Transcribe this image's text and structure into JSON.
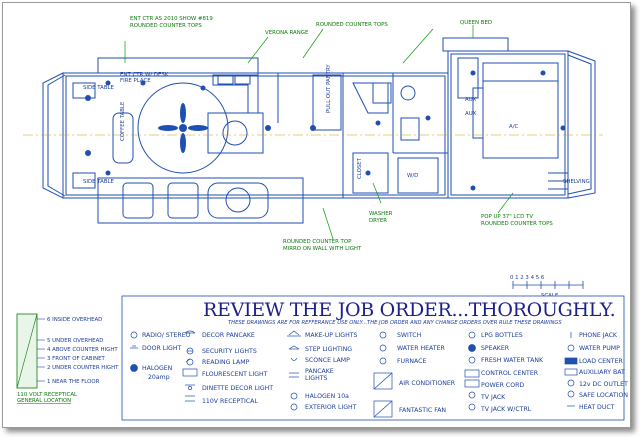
{
  "plan": {
    "labels": [
      "ENT CTR AS 2010 SHOW #819",
      "ROUNDED COUNTER TOPS",
      "VERONA RANGE",
      "ROUNDED COUNTER TOPS",
      "QUEEN BED",
      "ENT CTR W/ DESK",
      "FIRE PLACE",
      "SIDE TABLE",
      "SIDE TABLE",
      "COFFEE TABLE",
      "PULL OUT PANTRY",
      "CLOSET",
      "W/D",
      "SHELVING",
      "WASHER",
      "DRYER",
      "ROUNDED COUNTER TOP",
      "MIRRO ON WALL WITH LIGHT",
      "POP UP 37\" LCD TV",
      "ROUNDED COUNTER TOPS",
      "A/C",
      "AUX",
      "AUX"
    ],
    "scale_ticks": "0  1  2  3  4  5  6",
    "scale_label": "SCALE"
  },
  "elevation": [
    "6 INSIDE OVERHEAD",
    "5 UNDER OVERHEAD",
    "4 ABOVE COUNTER HIGHT",
    "3 FRONT OF CABINET",
    "2 UNDER COUNTER HIGHT",
    "1 NEAR THE FLOOR"
  ],
  "elevation_note": [
    "110 VOLT RECEPTICAL",
    "GENERAL LOCATION"
  ],
  "legend": {
    "title": "REVIEW THE JOB ORDER...THOROUGHLY.",
    "subtitle": "THESE DRAWINGS ARE FOR REFFERANCE USE ONLY...THE JOB ORDER AND ANY CHANGE ORDERS OVER RULE THESE DRAWINGS",
    "items": [
      "RADIO/ STEREO",
      "DOOR LIGHT",
      "HALOGEN",
      "20amp",
      "DECOR PANCAKE",
      "SECURITY LIGHTS",
      "READING LAMP",
      "FLOURESCENT LIGHT",
      "DINETTE DECOR LIGHT",
      "110V RECEPTICAL",
      "MAKE-UP LIGHTS",
      "STEP LIGHTING",
      "SCONCE LAMP",
      "PANCAKE",
      "LIGHTS",
      "HALOGEN 10a",
      "EXTERIOR LIGHT",
      "SWITCH",
      "WATER HEATER",
      "FURNACE",
      "AIR CONDITIONER",
      "FANTASTIC FAN",
      "LPG BOTTLES",
      "SPEAKER",
      "FRESH WATER TANK",
      "CONTROL CENTER",
      "POWER CORD",
      "TV JACK",
      "TV JACK W/CTRL",
      "PHONE JACK",
      "WATER PUMP",
      "LOAD CENTER",
      "AUXILIARY BAT",
      "12v DC OUTLET",
      "SAFE LOCATION",
      "HEAT DUCT"
    ]
  }
}
